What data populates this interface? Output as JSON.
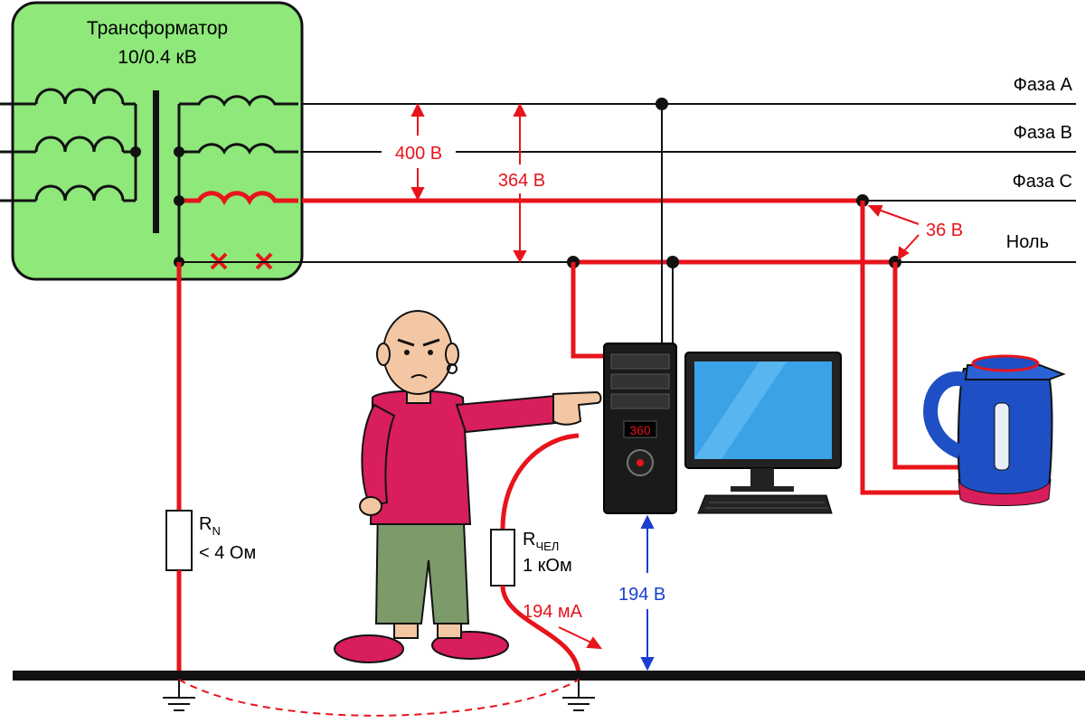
{
  "transformer": {
    "title_line1": "Трансформатор",
    "title_line2": "10/0.4 кВ"
  },
  "phases": {
    "a": "Фаза А",
    "b": "Фаза В",
    "c": "Фаза С",
    "neutral": "Ноль"
  },
  "voltages": {
    "line_to_line": "400 В",
    "phase_to_neutral": "364 В",
    "neutral_shift": "36 В",
    "touch_voltage": "194 В"
  },
  "resistors": {
    "neutral_ground_label": "R",
    "neutral_ground_sub": "N",
    "neutral_ground_value": "< 4 Ом",
    "human_label": "R",
    "human_sub": "ЧЕЛ",
    "human_value": "1 кОм"
  },
  "current": {
    "human_current": "194 мА"
  },
  "computer": {
    "display_value": "360"
  },
  "colors": {
    "fault": "#e8141c",
    "wire": "#111111",
    "transformer_bg": "#8ee87a",
    "voltage_blue": "#1a3fd0",
    "shirt": "#d81e5b",
    "pants": "#7c9a6a"
  }
}
